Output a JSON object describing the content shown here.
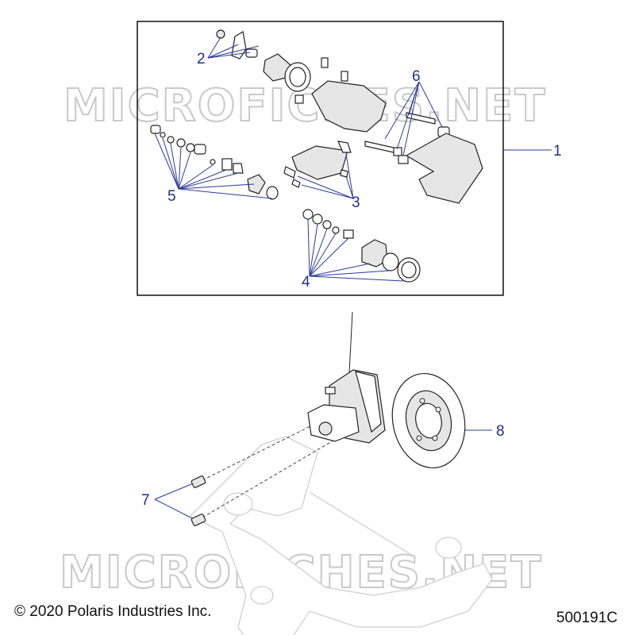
{
  "watermark": "MICROFICHES.NET",
  "callouts": [
    {
      "id": "c1",
      "label": "1"
    },
    {
      "id": "c2",
      "label": "2"
    },
    {
      "id": "c3",
      "label": "3"
    },
    {
      "id": "c4",
      "label": "4"
    },
    {
      "id": "c5",
      "label": "5"
    },
    {
      "id": "c6",
      "label": "6"
    },
    {
      "id": "c7",
      "label": "7"
    },
    {
      "id": "c8",
      "label": "8"
    }
  ],
  "footer": {
    "copyright": "© 2020 Polaris Industries Inc.",
    "part_code": "500191C"
  },
  "colors": {
    "callout": "#1f2f8f",
    "leader": "#2c3b99",
    "watermark": "#c9c9c9"
  }
}
